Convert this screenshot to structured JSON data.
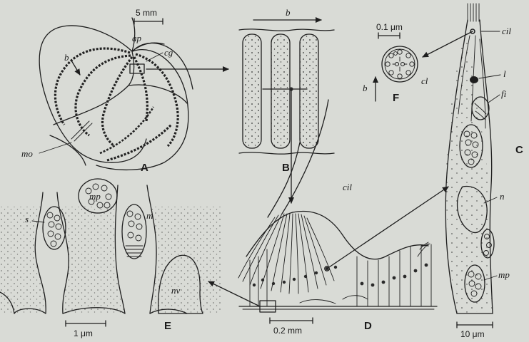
{
  "panels": {
    "a": {
      "letter": "A",
      "scale": "5 mm",
      "labels": {
        "b": "b",
        "ap": "ap",
        "cg": "cg",
        "mo": "mo"
      }
    },
    "b": {
      "letter": "B",
      "labels": {
        "b": "b"
      }
    },
    "c": {
      "letter": "C",
      "scale": "10 μm",
      "labels": {
        "cil": "cil",
        "l": "l",
        "fi": "fi",
        "n": "n",
        "mp": "mp"
      }
    },
    "d": {
      "letter": "D",
      "scale": "0.2 mm",
      "labels": {
        "cil": "cil"
      }
    },
    "e": {
      "letter": "E",
      "scale": "1 μm",
      "labels": {
        "s": "s",
        "mp": "mp",
        "m": "m",
        "nv": "nv"
      }
    },
    "f": {
      "letter": "F",
      "scale": "0.1 μm",
      "labels": {
        "b": "b",
        "cl": "cl"
      }
    }
  },
  "colors": {
    "background": "#d9dbd6",
    "ink": "#1e1e1e"
  }
}
